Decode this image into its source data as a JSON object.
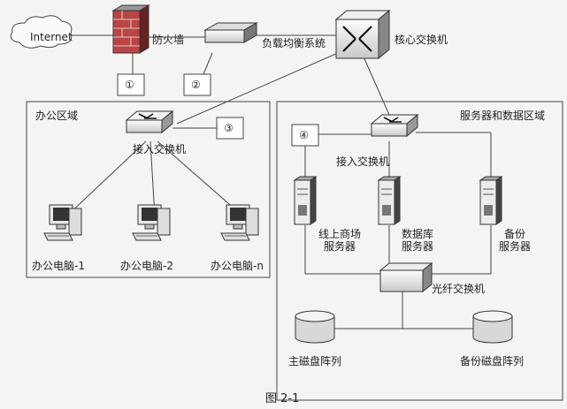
{
  "internet": "Internet",
  "firewall": "防火墙",
  "load_balancer": "负载均衡系统",
  "core_switch": "核心交换机",
  "markers": [
    "①",
    "②",
    "③",
    "④"
  ],
  "office_zone": {
    "title": "办公区域",
    "switch": "接入交换机",
    "pcs": [
      "办公电脑-1",
      "办公电脑-2",
      "办公电脑-n"
    ]
  },
  "server_zone": {
    "title": "服务器和数据区域",
    "switch": "接入交换机",
    "servers": [
      "线上商场\n服务器",
      "数据库\n服务器",
      "备份\n服务器"
    ],
    "fiber_switch": "光纤交换机",
    "disks": [
      "主磁盘阵列",
      "备份磁盘阵列"
    ]
  },
  "caption": "图 2-1"
}
